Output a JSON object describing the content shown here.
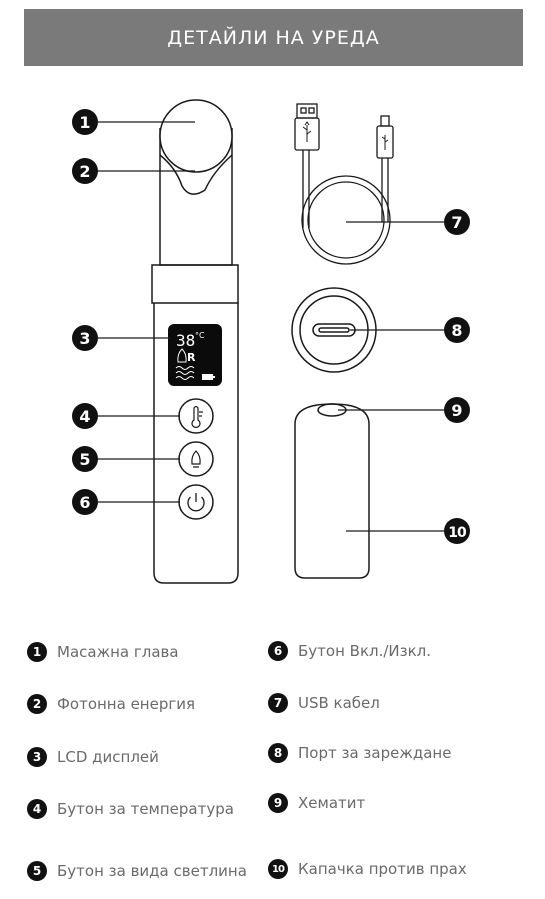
{
  "header": {
    "title": "ДЕТАЙЛИ НА УРЕДА"
  },
  "display": {
    "temp": "38",
    "unit": "°C",
    "mode": "R"
  },
  "callouts": [
    "1",
    "2",
    "3",
    "4",
    "5",
    "6",
    "7",
    "8",
    "9",
    "10"
  ],
  "legend": [
    {
      "num": "1",
      "label": "Масажна глава"
    },
    {
      "num": "2",
      "label": "Фотонна енергия"
    },
    {
      "num": "3",
      "label": "LCD дисплей"
    },
    {
      "num": "4",
      "label": "Бутон за температура"
    },
    {
      "num": "5",
      "label": "Бутон за вида светлина"
    },
    {
      "num": "6",
      "label": "Бутон Вкл./Изкл."
    },
    {
      "num": "7",
      "label": "USB кабел"
    },
    {
      "num": "8",
      "label": "Порт за зареждане"
    },
    {
      "num": "9",
      "label": "Хематит"
    },
    {
      "num": "10",
      "label": "Капачка против прах"
    }
  ]
}
